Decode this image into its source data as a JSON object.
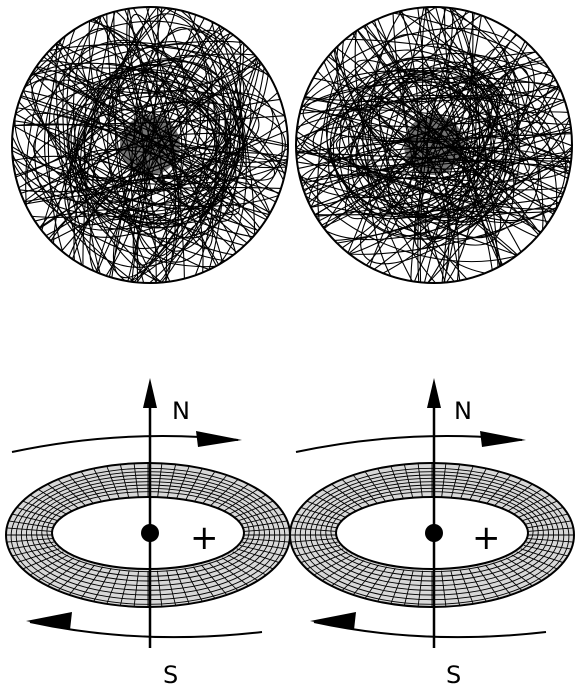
{
  "figure": {
    "colors": {
      "ink": "#000000",
      "background": "#ffffff"
    },
    "panels": [
      {
        "north_label": "N",
        "south_label": "S",
        "charge_symbol": "+"
      },
      {
        "north_label": "N",
        "south_label": "S",
        "charge_symbol": "+"
      }
    ]
  }
}
